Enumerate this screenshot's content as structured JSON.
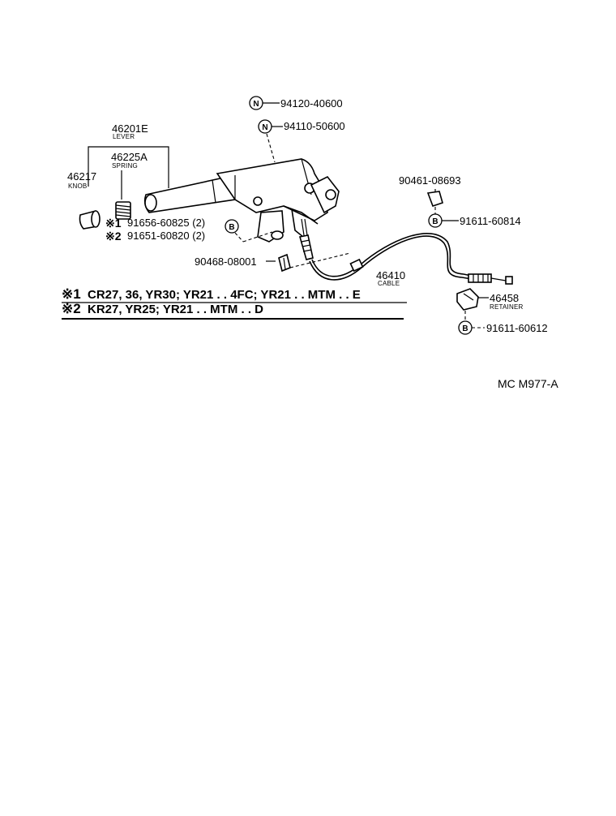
{
  "parts": {
    "p94120": "94120-40600",
    "p94110": "94110-50600",
    "p46201": "46201E",
    "p46201_cap": "LEVER",
    "p46225": "46225A",
    "p46225_cap": "SPRING",
    "p46217": "46217",
    "p46217_cap": "KNOB",
    "p91656": "91656-60825 (2)",
    "p91651": "91651-60820 (2)",
    "p90468": "90468-08001",
    "p90461": "90461-08693",
    "p91611a": "91611-60814",
    "p46410": "46410",
    "p46410_cap": "CABLE",
    "p46458": "46458",
    "p46458_cap": "RETAINER",
    "p91611b": "91611-60612"
  },
  "symbols": {
    "n": "N",
    "b": "B",
    "star1": "※1",
    "star2": "※2"
  },
  "notes": {
    "note1": "CR27, 36, YR30; YR21 . . 4FC; YR21 . . MTM . . E",
    "note2": "KR27, YR25; YR21 . . MTM . . D"
  },
  "reference": "MC M977-A"
}
